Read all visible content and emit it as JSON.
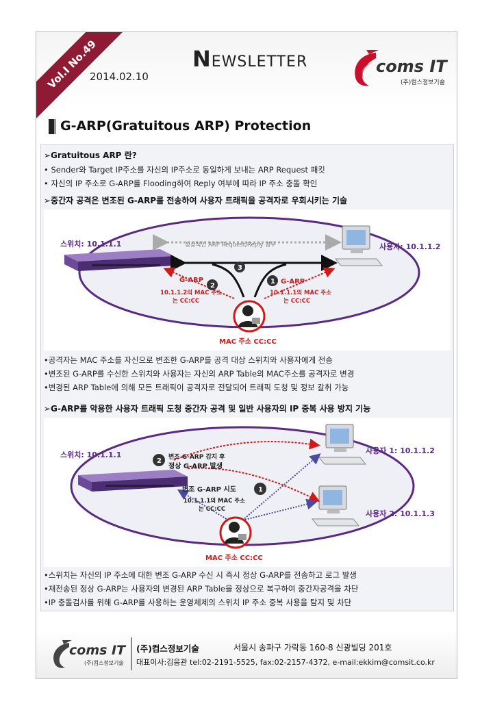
{
  "header": {
    "vol": "Vol.I No.49",
    "date": "2014.02.10",
    "title_first": "N",
    "title_rest": "EWSLETTER",
    "logo_text": "coms IT",
    "logo_sub": "(주)컴스정보기술"
  },
  "section_title": "G-ARP(Gratuitous ARP) Protection",
  "content": {
    "h1": "➢Gratuitous ARP 란?",
    "b1": [
      "• Sender와 Target IP주소를 자신의 IP주소로 동일하게 보내는 ARP Request 패킷",
      "• 자신의 IP 주소로 G-ARP를 Flooding하여 Reply 여부에 따라 IP 주소 충돌 확인"
    ],
    "h2": "➢중간자 공격은 변조된 G-ARP를 전송하여 사용자 트래픽을 공격자로 우회시키는 기술",
    "diagram1": {
      "switch_label": "스위치: 10.1.1.1",
      "user_label": "사용자: 10.1.1.2",
      "normal_label": "정상적인 ARP Request/Reply 경우",
      "garp": "G-ARP",
      "num1": "1",
      "num2": "2",
      "num3": "3",
      "left_msg1": "10.1.1.2의 MAC 주소",
      "left_msg2": "는 CC:CC",
      "right_msg1": "10.1.1.1의 MAC 주소",
      "right_msg2": "는 CC:CC",
      "mac": "MAC 주소 CC:CC"
    },
    "b2": [
      "•공격자는 MAC 주소를 자신으로 변조한 G-ARP를 공격 대상 스위치와 사용자에게 전송",
      "•변조된 G-ARP를 수신한 스위치와 사용자는 자신의 ARP Table의 MAC주소를 공격자로 변경",
      "•변경된 ARP Table에 의해 모든 트래픽이 공격자로 전달되어 트래픽 도청 및 정보 갈취 가능"
    ],
    "h3": "➢G-ARP를 악용한 사용자 트래픽 도청 중간자 공격 및 일반 사용자의 IP 중복 사용 방지 기능",
    "diagram2": {
      "switch_label": "스위치: 10.1.1.1",
      "user1_label": "사용자 1: 10.1.1.2",
      "user2_label": "사용자 2: 10.1.1.3",
      "num1": "1",
      "num2": "2",
      "detect1": "변조 G-ARP 감지 후",
      "detect2": "정상 G-ARP 발생",
      "attempt": "변조 G-ARP 시도",
      "msg1": "10.1.1.1의 MAC 주소",
      "msg2": "는 CC:CC",
      "mac": "MAC 주소 CC:CC"
    },
    "b3": [
      "•스위치는 자신의 IP 주소에 대한 변조 G-ARP 수신 시 즉시 정상 G-ARP를 전송하고 로그 발생",
      "•재전송된 정상 G-ARP는 사용자의 변경된 ARP Table을 정상으로 복구하여 중간자공격을 차단",
      "•IP 충돌검사를 위해 G-ARP를 사용하는 운영체제의 스위치 IP 주소 중복 사용을 탐지 및 차단"
    ]
  },
  "footer": {
    "logo_text": "coms IT",
    "logo_sub": "(주)컴스정보기술",
    "company": "(주)컴스정보기술",
    "address": "서울시 송파구 가락동 160-8 신광빌딩 201호",
    "contact": "대표이사:김응관   tel:02-2191-5525, fax:02-2157-4372, e-mail:ekkim@comsit.co.kr"
  },
  "colors": {
    "ribbon": "#8e1b33",
    "logo_red": "#c8102e",
    "ellipse": "#5a2a82",
    "attack": "#d11919",
    "normal": "#aaaaaa",
    "spoof_blue": "#4a4aa0"
  }
}
